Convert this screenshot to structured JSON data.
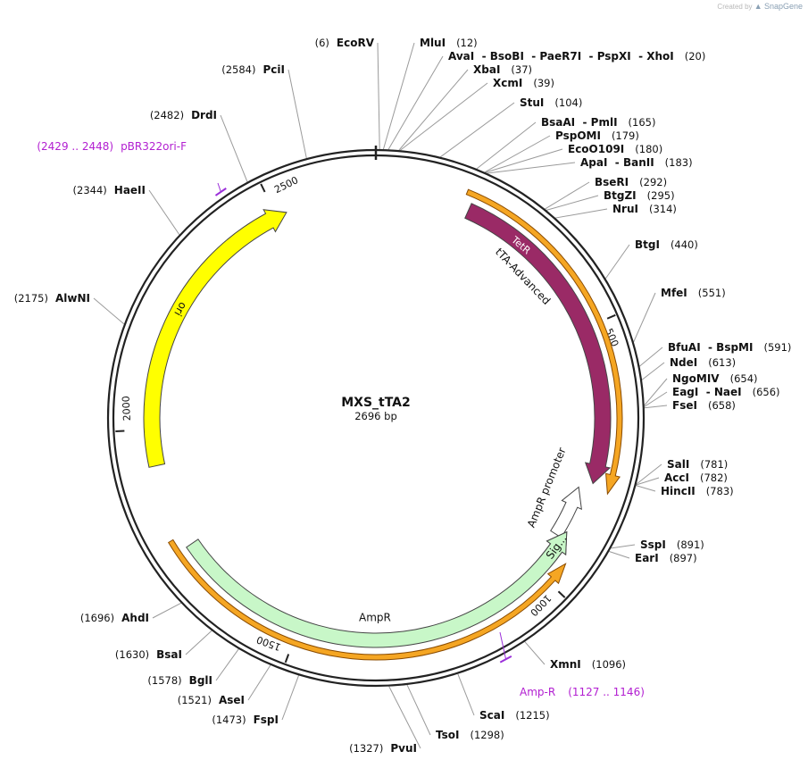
{
  "credit": {
    "prefix": "Created by",
    "brand": "SnapGene"
  },
  "plasmid": {
    "name": "MXS_tTA2",
    "size_text": "2696 bp",
    "length": 2696
  },
  "ticks": [
    {
      "pos": 500,
      "label": "500"
    },
    {
      "pos": 1000,
      "label": "1000"
    },
    {
      "pos": 1500,
      "label": "1500"
    },
    {
      "pos": 2000,
      "label": "2000"
    },
    {
      "pos": 2500,
      "label": "2500"
    }
  ],
  "features": [
    {
      "id": "tetr",
      "label": "TetR",
      "color": "#9a2a66",
      "start": 180,
      "end": 800,
      "direction": "forward"
    },
    {
      "id": "tta-advanced",
      "label": "tTA-Advanced",
      "color": "#f5a623",
      "start": 165,
      "end": 810,
      "direction": "forward"
    },
    {
      "id": "ampr-promoter",
      "label": "AmpR promoter",
      "color": "#ffffff",
      "start": 815,
      "end": 920,
      "direction": "reverse"
    },
    {
      "id": "sig",
      "label": "Sig...",
      "color": "#c8f7c8",
      "start": 905,
      "end": 975,
      "direction": "reverse"
    },
    {
      "id": "ampr",
      "label": "AmpR",
      "color": "#c8f7c8",
      "start": 905,
      "end": 1765,
      "direction": "reverse"
    },
    {
      "id": "ampr-orf",
      "label": "",
      "color": "#f5a623",
      "start": 955,
      "end": 1790,
      "direction": "reverse"
    },
    {
      "id": "ori",
      "label": "ori",
      "color": "#ffff00",
      "start": 1930,
      "end": 2520,
      "direction": "forward"
    }
  ],
  "primers": [
    {
      "id": "pbr322ori-f",
      "name": "pBR322ori-F",
      "range": "(2429 .. 2448)",
      "pos": 2438,
      "color": "#9b30d9"
    },
    {
      "id": "amp-r",
      "name": "Amp-R",
      "range": "(1127 .. 1146)",
      "pos": 1136,
      "color": "#9b30d9"
    }
  ],
  "sites": [
    {
      "name": "EcoRV",
      "pos": "(6)",
      "loc": 6,
      "side": "left"
    },
    {
      "name": "MluI",
      "pos": "(12)",
      "loc": 12,
      "side": "right"
    },
    {
      "name": "AvaI  - BsoBI  - PaeR7I  - PspXI  - XhoI",
      "pos": "(20)",
      "loc": 20,
      "side": "right"
    },
    {
      "name": "XbaI",
      "pos": "(37)",
      "loc": 37,
      "side": "right"
    },
    {
      "name": "XcmI",
      "pos": "(39)",
      "loc": 39,
      "side": "right"
    },
    {
      "name": "StuI",
      "pos": "(104)",
      "loc": 104,
      "side": "right"
    },
    {
      "name": "BsaAI  - PmlI",
      "pos": "(165)",
      "loc": 165,
      "side": "right"
    },
    {
      "name": "PspOMI",
      "pos": "(179)",
      "loc": 179,
      "side": "right"
    },
    {
      "name": "EcoO109I",
      "pos": "(180)",
      "loc": 180,
      "side": "right"
    },
    {
      "name": "ApaI  - BanII",
      "pos": "(183)",
      "loc": 183,
      "side": "right"
    },
    {
      "name": "BseRI",
      "pos": "(292)",
      "loc": 292,
      "side": "right"
    },
    {
      "name": "BtgZI",
      "pos": "(295)",
      "loc": 295,
      "side": "right"
    },
    {
      "name": "NruI",
      "pos": "(314)",
      "loc": 314,
      "side": "right"
    },
    {
      "name": "BtgI",
      "pos": "(440)",
      "loc": 440,
      "side": "right"
    },
    {
      "name": "MfeI",
      "pos": "(551)",
      "loc": 551,
      "side": "right"
    },
    {
      "name": "BfuAI  - BspMI",
      "pos": "(591)",
      "loc": 591,
      "side": "right"
    },
    {
      "name": "NdeI",
      "pos": "(613)",
      "loc": 613,
      "side": "right"
    },
    {
      "name": "NgoMIV",
      "pos": "(654)",
      "loc": 654,
      "side": "right"
    },
    {
      "name": "EagI  - NaeI",
      "pos": "(656)",
      "loc": 656,
      "side": "right"
    },
    {
      "name": "FseI",
      "pos": "(658)",
      "loc": 658,
      "side": "right"
    },
    {
      "name": "SalI",
      "pos": "(781)",
      "loc": 781,
      "side": "right"
    },
    {
      "name": "AccI",
      "pos": "(782)",
      "loc": 782,
      "side": "right"
    },
    {
      "name": "HincII",
      "pos": "(783)",
      "loc": 783,
      "side": "right"
    },
    {
      "name": "SspI",
      "pos": "(891)",
      "loc": 891,
      "side": "right"
    },
    {
      "name": "EarI",
      "pos": "(897)",
      "loc": 897,
      "side": "right"
    },
    {
      "name": "XmnI",
      "pos": "(1096)",
      "loc": 1096,
      "side": "right"
    },
    {
      "name": "ScaI",
      "pos": "(1215)",
      "loc": 1215,
      "side": "right"
    },
    {
      "name": "TsoI",
      "pos": "(1298)",
      "loc": 1298,
      "side": "right"
    },
    {
      "name": "PvuI",
      "pos": "(1327)",
      "loc": 1327,
      "side": "left"
    },
    {
      "name": "FspI",
      "pos": "(1473)",
      "loc": 1473,
      "side": "left"
    },
    {
      "name": "AseI",
      "pos": "(1521)",
      "loc": 1521,
      "side": "left"
    },
    {
      "name": "BglI",
      "pos": "(1578)",
      "loc": 1578,
      "side": "left"
    },
    {
      "name": "BsaI",
      "pos": "(1630)",
      "loc": 1630,
      "side": "left"
    },
    {
      "name": "AhdI",
      "pos": "(1696)",
      "loc": 1696,
      "side": "left"
    },
    {
      "name": "AlwNI",
      "pos": "(2175)",
      "loc": 2175,
      "side": "left"
    },
    {
      "name": "HaeII",
      "pos": "(2344)",
      "loc": 2344,
      "side": "left"
    },
    {
      "name": "DrdI",
      "pos": "(2482)",
      "loc": 2482,
      "side": "left"
    },
    {
      "name": "PciI",
      "pos": "(2584)",
      "loc": 2584,
      "side": "left"
    }
  ]
}
